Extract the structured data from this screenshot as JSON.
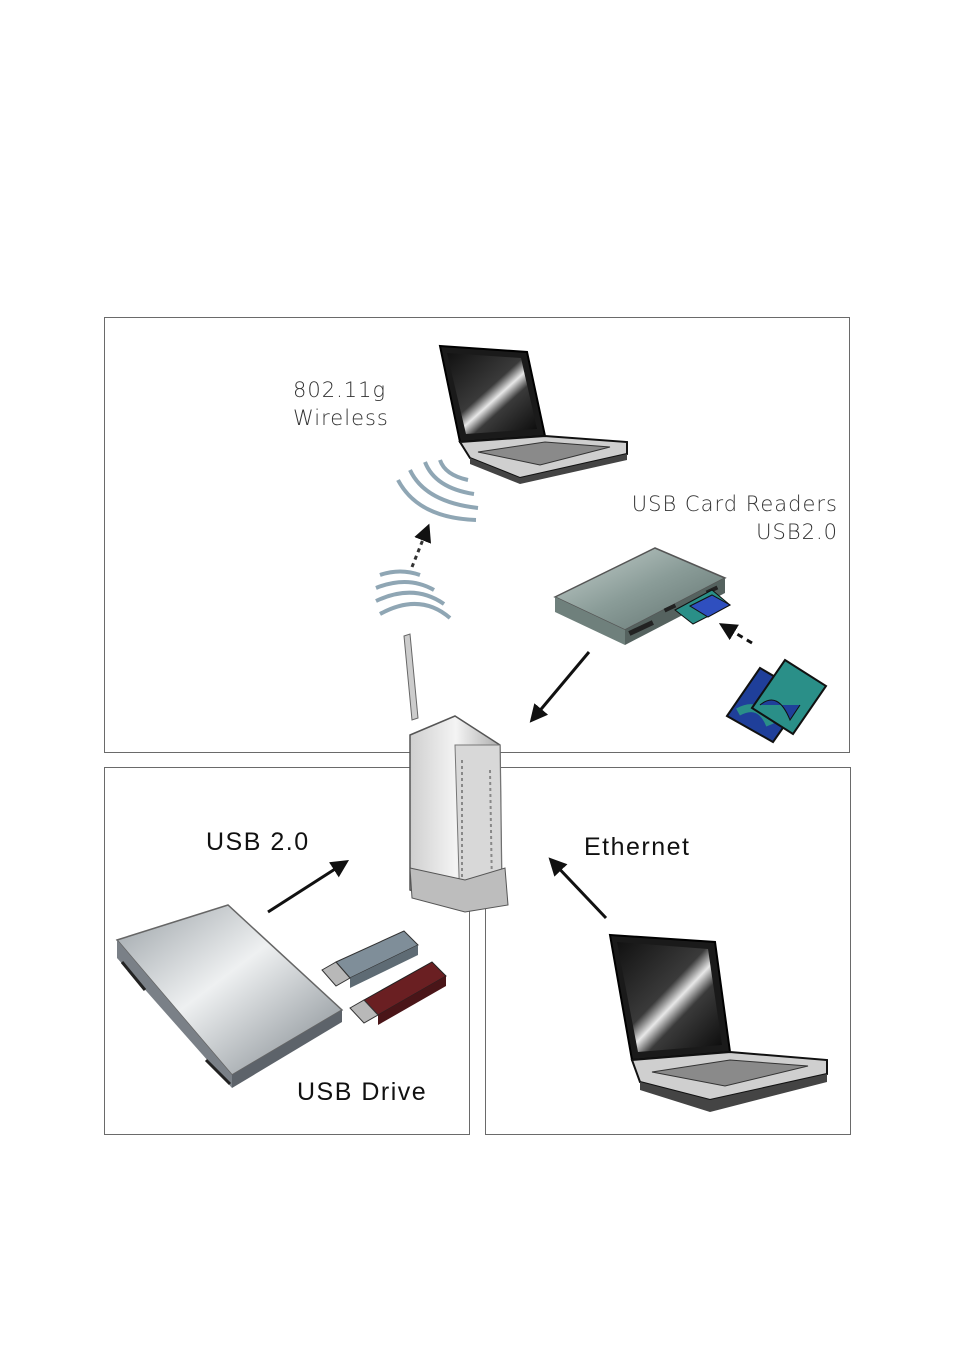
{
  "labels": {
    "wireless_line1": "802.11g",
    "wireless_line2": "Wireless",
    "card_readers_line1": "USB Card Readers",
    "card_readers_line2": "USB2.0",
    "usb": "USB 2.0",
    "ethernet": "Ethernet",
    "usb_drive": "USB Drive"
  },
  "colors": {
    "panel_border": "#6a6a6a",
    "wave": "#8fa6b4",
    "arrow": "#111111",
    "card_teal": "#2a8f88",
    "card_blue": "#1f3f9a",
    "flash_gray": "#7f8e99",
    "flash_red": "#6a1f22"
  }
}
